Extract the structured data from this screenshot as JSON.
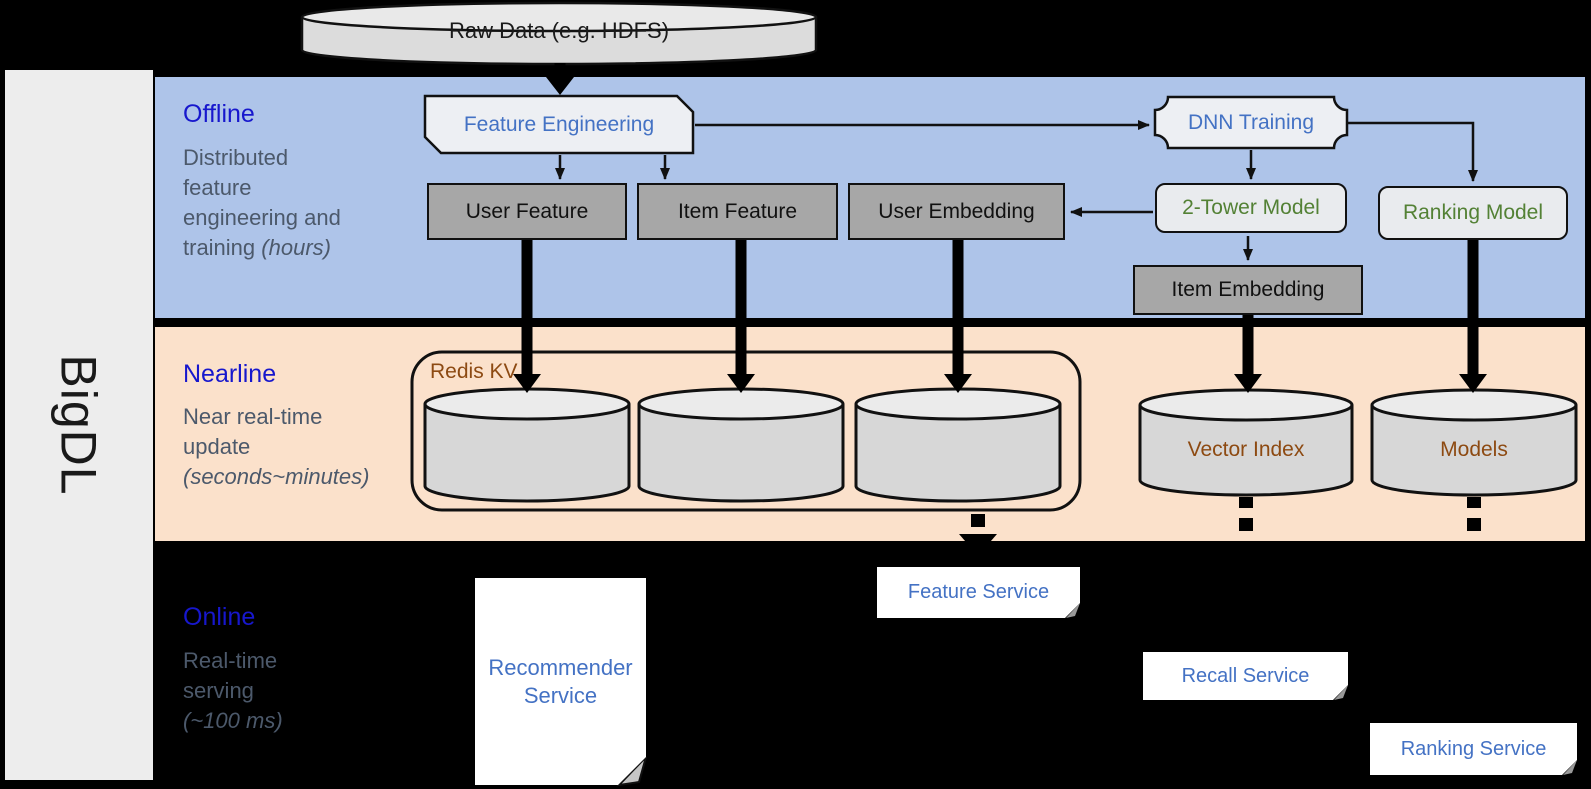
{
  "sidebar": {
    "brand": "BigDL"
  },
  "raw_data": {
    "label": "Raw Data (e.g. HDFS)"
  },
  "lanes": {
    "offline": {
      "title": "Offline",
      "desc_lines": [
        "Distributed",
        "feature",
        "engineering and"
      ],
      "desc_tail": "training",
      "desc_em": "(hours)"
    },
    "nearline": {
      "title": "Nearline",
      "desc_lines": [
        "Near real-time",
        "update"
      ],
      "desc_em": "(seconds~minutes)"
    },
    "online": {
      "title": "Online",
      "desc_lines": [
        "Real-time",
        "serving"
      ],
      "desc_em": "(~100 ms)"
    }
  },
  "nodes": {
    "feature_engineering": "Feature Engineering",
    "user_feature": "User Feature",
    "item_feature": "Item Feature",
    "user_embedding": "User Embedding",
    "dnn_training": "DNN Training",
    "two_tower_model": "2-Tower Model",
    "ranking_model": "Ranking Model",
    "item_embedding": "Item Embedding",
    "redis_kv": "Redis KV",
    "vector_index": "Vector Index",
    "models": "Models",
    "recommender_service": "Recommender Service",
    "feature_service": "Feature Service",
    "recall_service": "Recall Service",
    "ranking_service": "Ranking Service"
  },
  "colors": {
    "offline_band": "#aec4e9",
    "nearline_band": "#fbe1cb",
    "online_band": "#000000",
    "lane_title_blue": "#1717cd",
    "lane_desc_slate": "#4c596b",
    "node_text_blue": "#4472c4",
    "node_text_green": "#538135",
    "node_text_brown": "#8d4a12",
    "gray_box_fill": "#a7a7a7",
    "light_box_fill": "#edeff3",
    "cylinder_fill": "#d7d7d7"
  }
}
